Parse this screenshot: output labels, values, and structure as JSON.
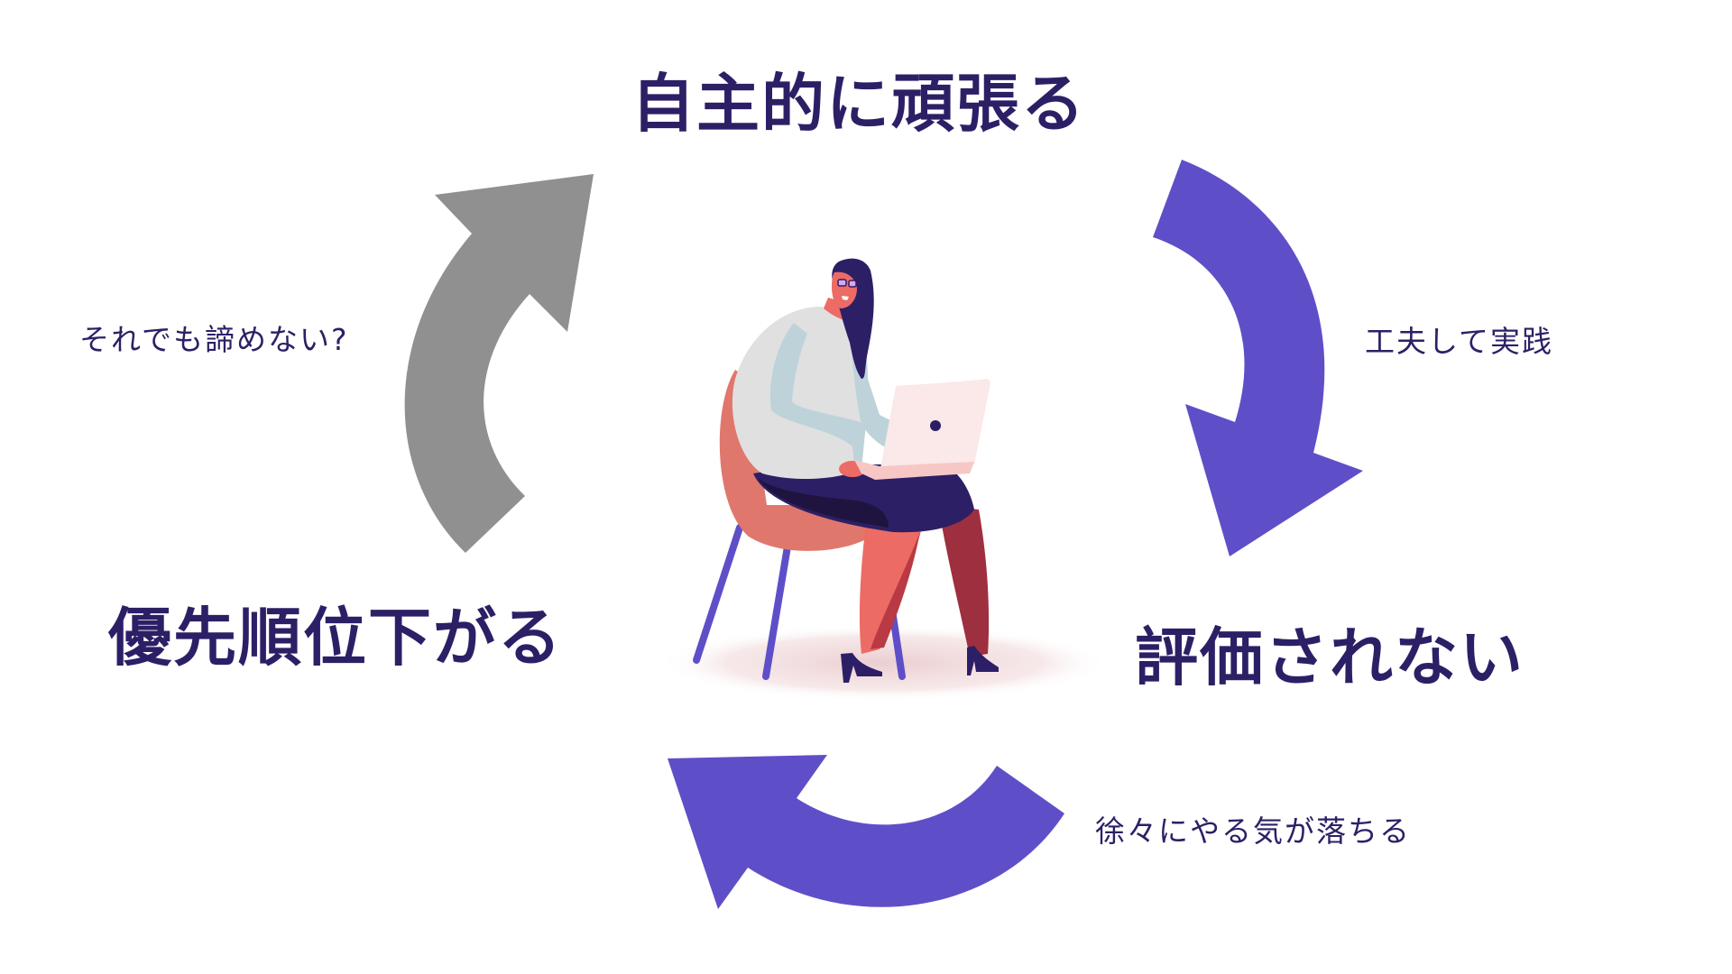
{
  "cycle": {
    "steps": [
      {
        "id": "top",
        "label": "自主的に頑張る"
      },
      {
        "id": "right",
        "label": "評価されない"
      },
      {
        "id": "left",
        "label": "優先順位下がる"
      }
    ],
    "transitions": [
      {
        "from": "top",
        "to": "right",
        "label": "工夫して実践",
        "arrow_color": "#5e4fc8"
      },
      {
        "from": "right",
        "to": "left",
        "label": "徐々にやる気が落ちる",
        "arrow_color": "#5e4fc8"
      },
      {
        "from": "left",
        "to": "top",
        "label": "それでも諦めない?",
        "arrow_color": "#909090"
      }
    ]
  },
  "colors": {
    "text": "#2d1f66",
    "arrow_primary": "#5e4fc8",
    "arrow_secondary": "#909090"
  },
  "illustration": {
    "subject": "woman-sitting-on-chair-with-laptop"
  }
}
